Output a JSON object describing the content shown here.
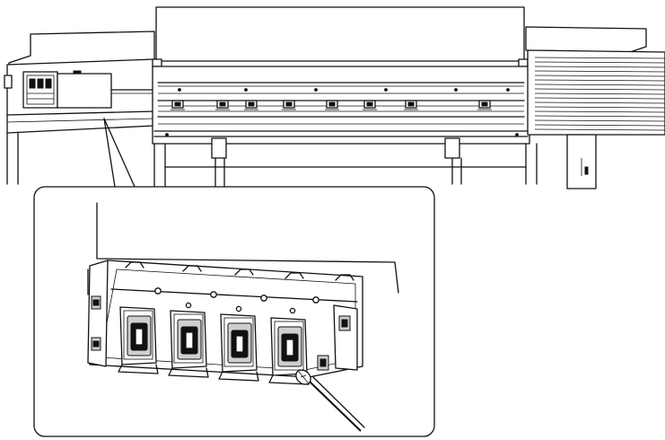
{
  "figure": {
    "colors": {
      "line": "#111111",
      "background": "#ffffff",
      "shade": "#cfcfcf"
    },
    "main_view": {
      "pinch_rollers": 8
    },
    "detail_view": {
      "caps": 4,
      "tool": "swab"
    }
  }
}
